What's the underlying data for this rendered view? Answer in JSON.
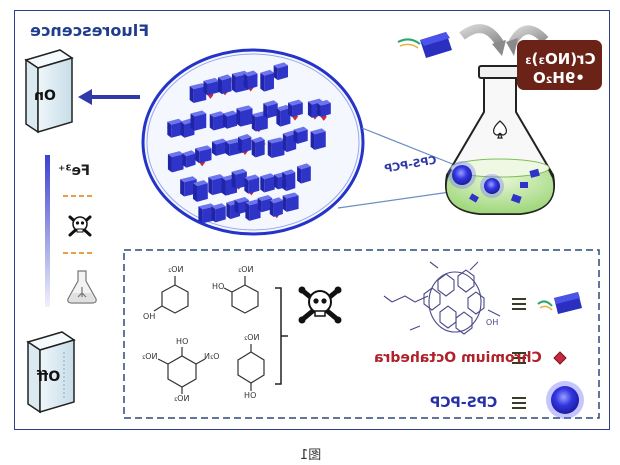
{
  "labels": {
    "fluorescence": "Fluorescence",
    "on": "On",
    "off": "Off",
    "fe": "Fe³⁺",
    "cr_line1": "Cr(NO₃)₃",
    "cr_line2": "•9H₂O",
    "cps_pcp_circle": "CPS-PCP",
    "chromium_octahedra": "Chromium Octahedra",
    "cps_pcp_legend": "CPS-PCP",
    "caption": "图1"
  },
  "chem_labels": {
    "no2": "NO₂",
    "o2n": "O₂N",
    "oh": "OH",
    "ho": "HO",
    "hs_oh": "HO"
  },
  "colors": {
    "border": "#2c3f8a",
    "fluor_text": "#1f3d8c",
    "cr_badge": "#6b2318",
    "chromium_text": "#b0212a",
    "cps_text": "#2631a8",
    "dashed_box": "#2c4a7a"
  },
  "icons": [
    "skull-crossbones-icon",
    "flask-icon",
    "cuvette-icon",
    "arrow-left-icon",
    "curved-arrow-icon",
    "spade-icon"
  ]
}
